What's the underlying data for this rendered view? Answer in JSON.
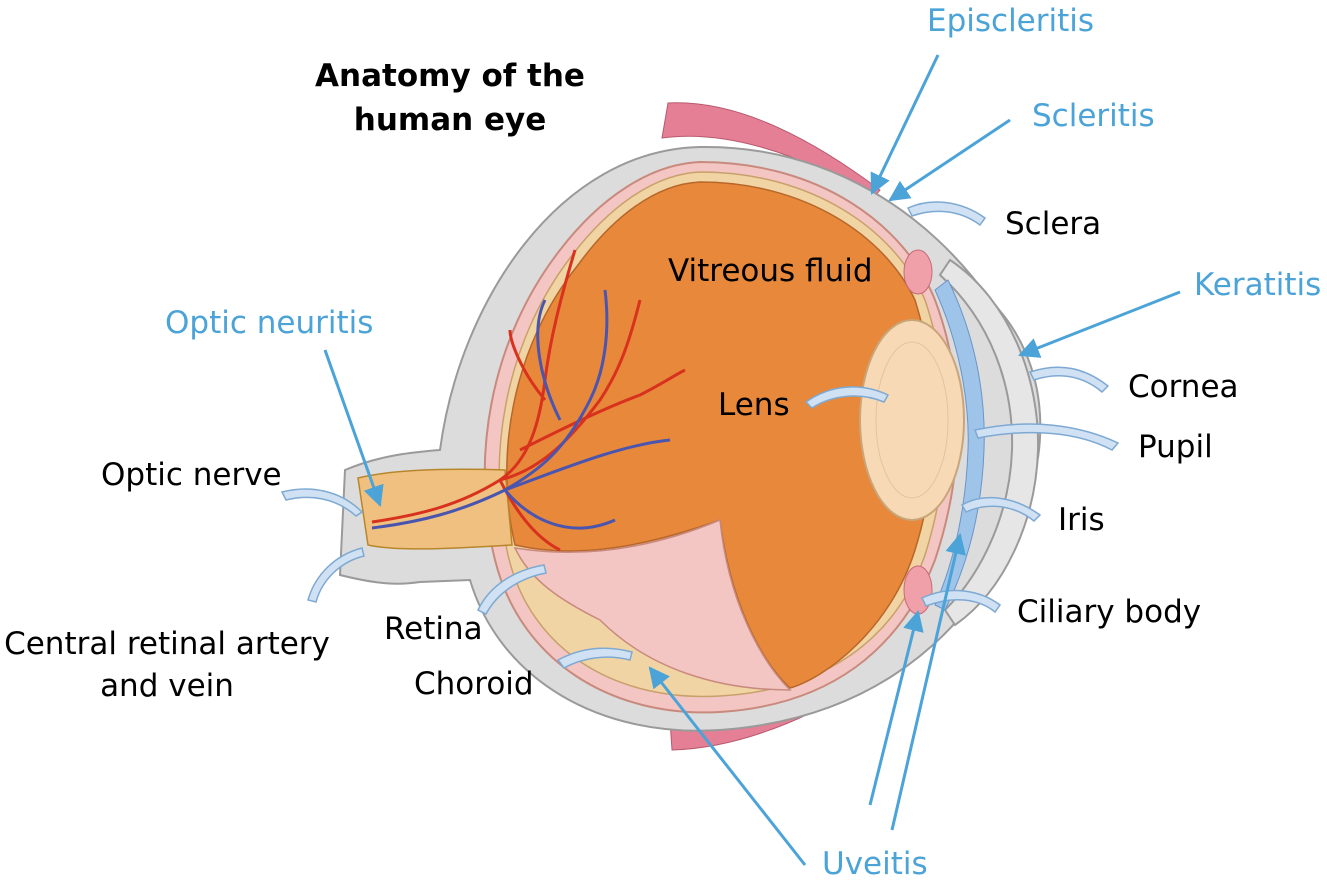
{
  "title": {
    "line1": "Anatomy of the",
    "line2": "human eye"
  },
  "anatomy_labels": {
    "sclera": "Sclera",
    "vitreous_fluid": "Vitreous fluid",
    "lens": "Lens",
    "cornea": "Cornea",
    "pupil": "Pupil",
    "iris": "Iris",
    "ciliary_body": "Ciliary body",
    "optic_nerve": "Optic nerve",
    "central_retinal_line1": "Central retinal artery",
    "central_retinal_line2": "and vein",
    "retina": "Retina",
    "choroid": "Choroid"
  },
  "condition_labels": {
    "episcleritis": "Episcleritis",
    "scleritis": "Scleritis",
    "keratitis": "Keratitis",
    "optic_neuritis": "Optic neuritis",
    "uveitis": "Uveitis"
  },
  "colors": {
    "condition_text": "#4ba3d8",
    "vitreous": "#e8883a",
    "sclera_outline": "#c8c8c8",
    "muscle": "#e57f95",
    "lens": "#f7d9b6",
    "iris": "#9fc4ea",
    "artery": "#d8321e",
    "vein": "#4a55b0",
    "choroid": "#f3c6c3"
  }
}
